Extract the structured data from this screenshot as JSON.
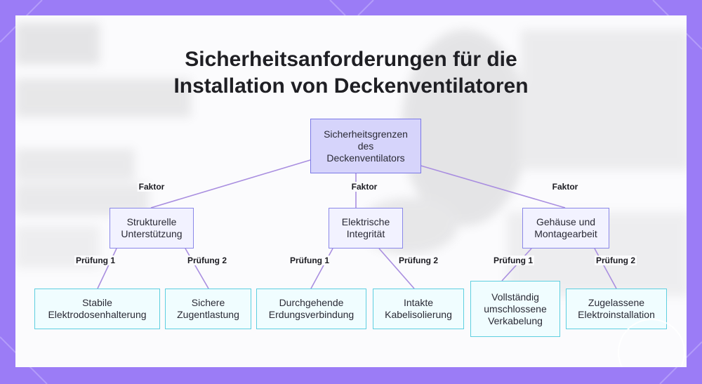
{
  "title": {
    "line1": "Sicherheitsanforderungen für die",
    "line2": "Installation von Deckenventilatoren"
  },
  "root": {
    "line1": "Sicherheitsgrenzen",
    "line2": "des",
    "line3": "Deckenventilators"
  },
  "factor_label": "Faktor",
  "check1_label": "Prüfung 1",
  "check2_label": "Prüfung 2",
  "factors": [
    {
      "line1": "Strukturelle",
      "line2": "Unterstützung",
      "checks": [
        {
          "line1": "Stabile",
          "line2": "Elektrodosenhalterung"
        },
        {
          "line1": "Sichere",
          "line2": "Zugentlastung"
        }
      ]
    },
    {
      "line1": "Elektrische",
      "line2": "Integrität",
      "checks": [
        {
          "line1": "Durchgehende",
          "line2": "Erdungsverbindung"
        },
        {
          "line1": "Intakte",
          "line2": "Kabelisolierung"
        }
      ]
    },
    {
      "line1": "Gehäuse und",
      "line2": "Montagearbeit",
      "checks": [
        {
          "line1": "Vollständig",
          "line2": "umschlossene",
          "line3": "Verkabelung"
        },
        {
          "line1": "Zugelassene",
          "line2": "Elektroinstallation"
        }
      ]
    }
  ],
  "colors": {
    "frame": "#9b7cf6",
    "root_fill": "#d6d4fb",
    "root_border": "#7b78e6",
    "factor_fill": "#f2f2ff",
    "factor_border": "#8a87e8",
    "leaf_fill": "#f0fdff",
    "leaf_border": "#5ecfe0",
    "connector": "#a98ee0"
  }
}
